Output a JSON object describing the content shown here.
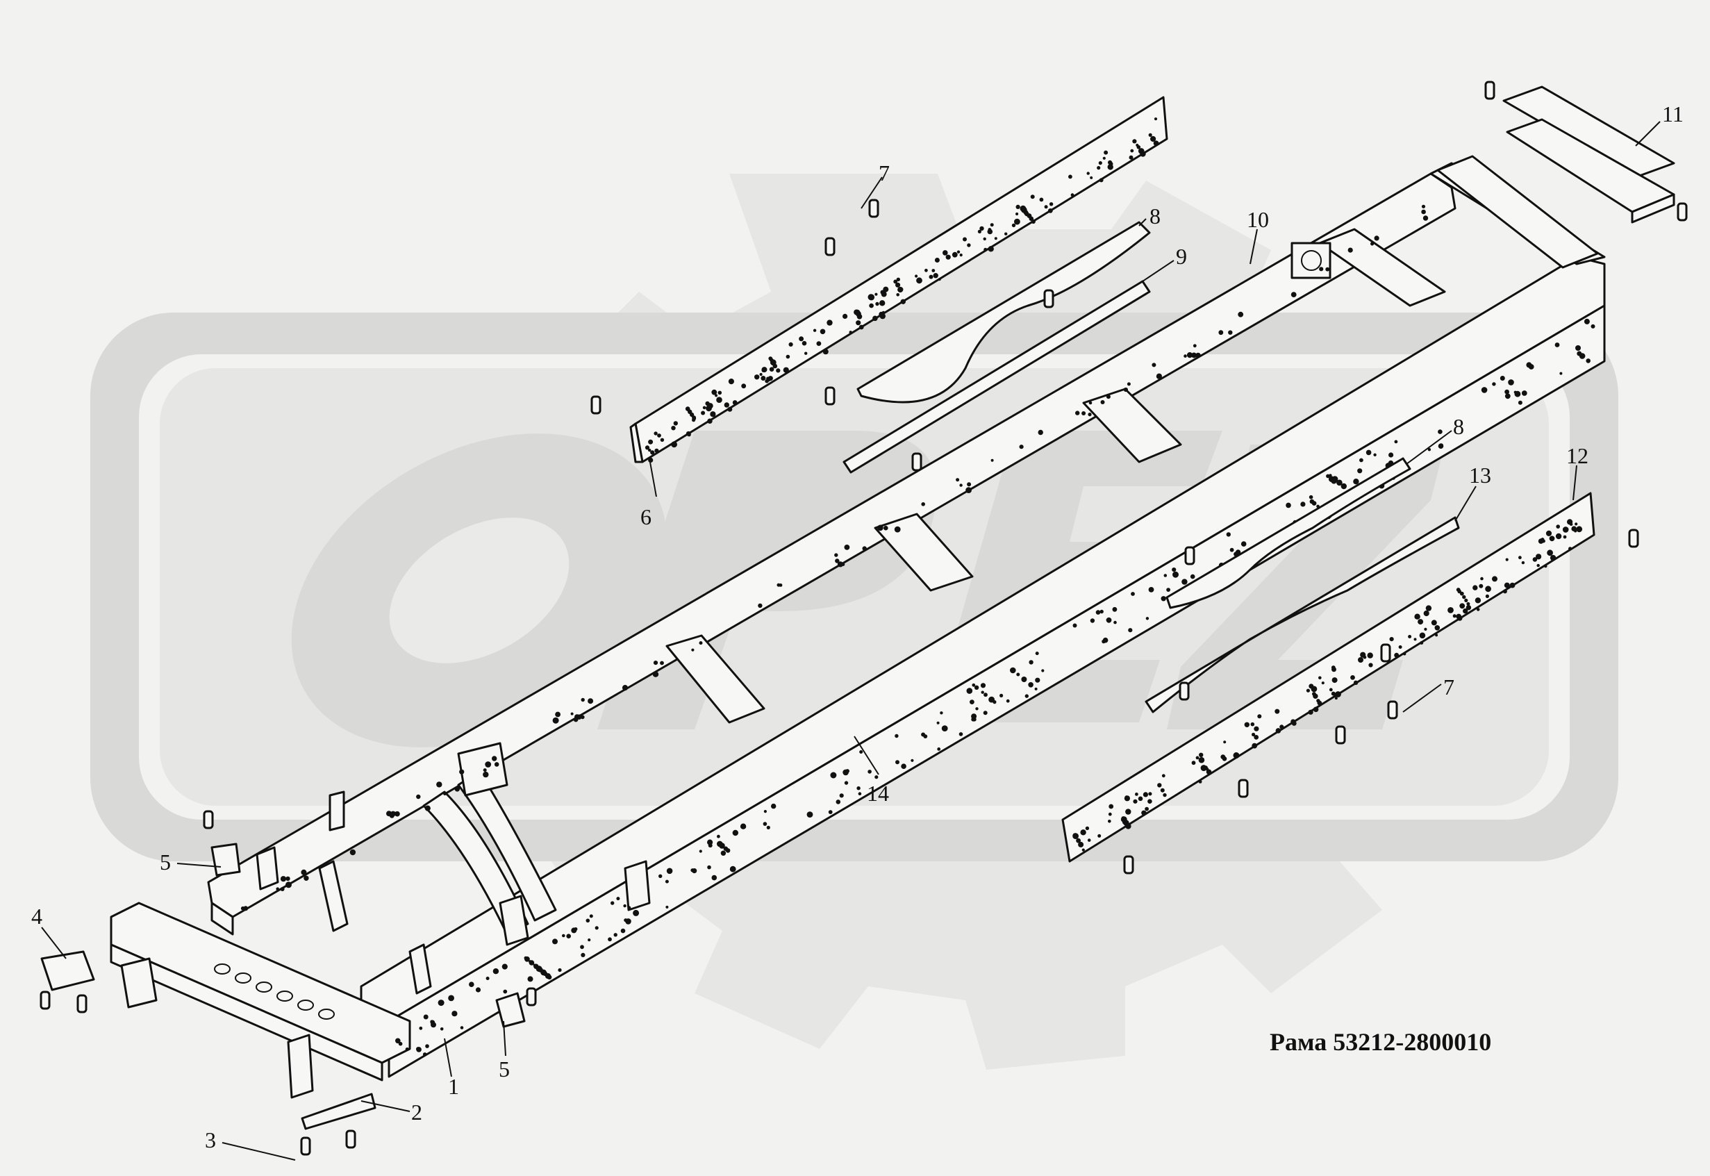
{
  "caption": "Рама 53212-2800010",
  "watermark_text": "OPEZ",
  "callouts": [
    {
      "id": "1",
      "label": "1"
    },
    {
      "id": "2",
      "label": "2"
    },
    {
      "id": "3",
      "label": "3"
    },
    {
      "id": "4",
      "label": "4"
    },
    {
      "id": "5a",
      "label": "5"
    },
    {
      "id": "5b",
      "label": "5"
    },
    {
      "id": "6",
      "label": "6"
    },
    {
      "id": "7a",
      "label": "7"
    },
    {
      "id": "7b",
      "label": "7"
    },
    {
      "id": "8a",
      "label": "8"
    },
    {
      "id": "8b",
      "label": "8"
    },
    {
      "id": "9",
      "label": "9"
    },
    {
      "id": "10",
      "label": "10"
    },
    {
      "id": "11",
      "label": "11"
    },
    {
      "id": "12",
      "label": "12"
    },
    {
      "id": "13",
      "label": "13"
    },
    {
      "id": "14",
      "label": "14"
    }
  ],
  "colors": {
    "background": "#f2f2f0",
    "ink": "#111111",
    "watermark": "#d9d9d7"
  }
}
